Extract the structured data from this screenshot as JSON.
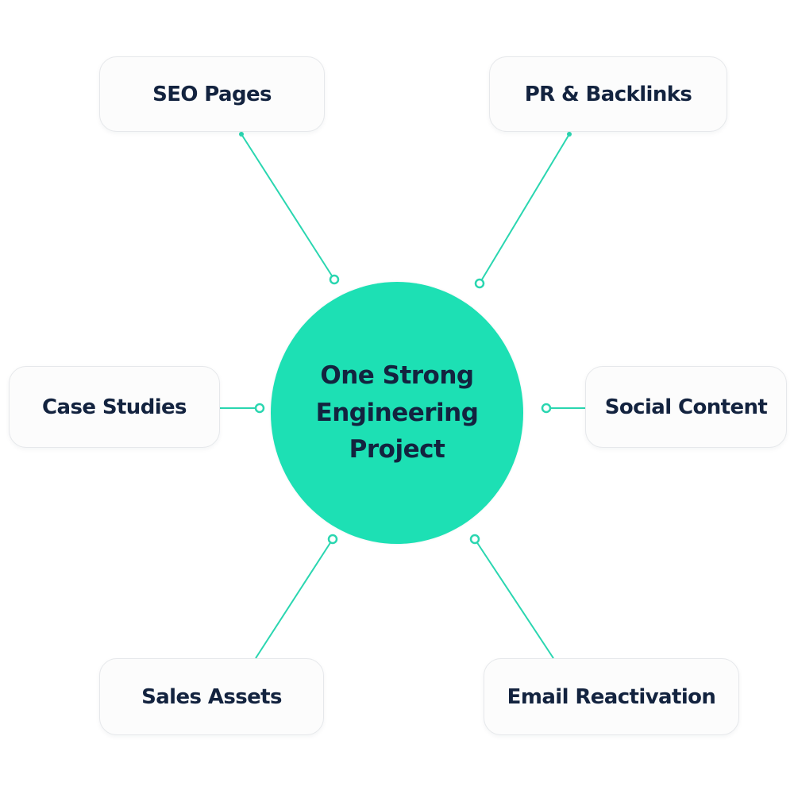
{
  "center": {
    "label": "One Strong Engineering Project"
  },
  "nodes": [
    {
      "id": "seo",
      "label": "SEO Pages"
    },
    {
      "id": "pr",
      "label": "PR & Backlinks"
    },
    {
      "id": "case",
      "label": "Case Studies"
    },
    {
      "id": "social",
      "label": "Social Content"
    },
    {
      "id": "sales",
      "label": "Sales Assets"
    },
    {
      "id": "email",
      "label": "Email Reactivation"
    }
  ],
  "colors": {
    "accent": "#1de0b4",
    "connector": "#2ad6b0",
    "text": "#13233f"
  }
}
